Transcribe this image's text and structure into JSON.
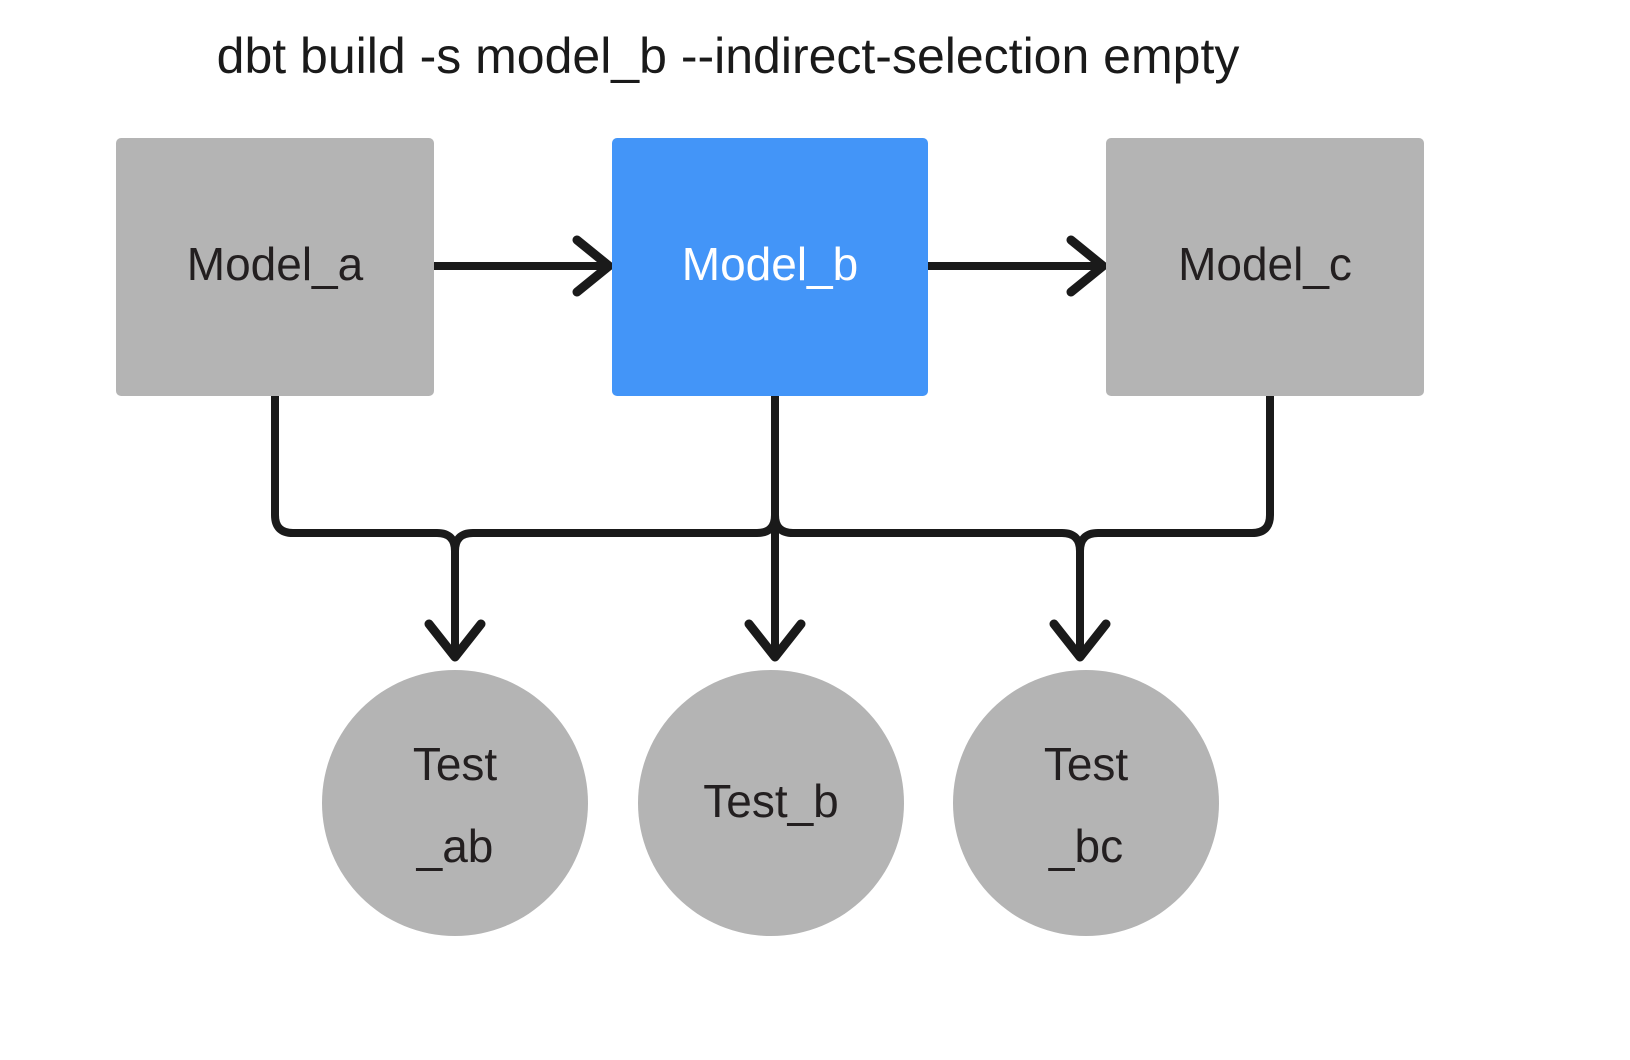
{
  "title": "dbt build -s model_b --indirect-selection empty",
  "colors": {
    "background": "#ffffff",
    "node_gray": "#b4b4b4",
    "node_selected_blue": "#4395f8",
    "edge_black": "#1a1a1a",
    "text_dark": "#231f20",
    "text_light": "#ffffff"
  },
  "nodes": {
    "models": [
      {
        "id": "model_a",
        "label": "Model_a",
        "shape": "rect",
        "state": "unselected"
      },
      {
        "id": "model_b",
        "label": "Model_b",
        "shape": "rect",
        "state": "selected"
      },
      {
        "id": "model_c",
        "label": "Model_c",
        "shape": "rect",
        "state": "unselected"
      }
    ],
    "tests": [
      {
        "id": "test_ab",
        "label": "Test_ab",
        "line1": "Test",
        "line2": "_ab",
        "shape": "circle",
        "state": "unselected"
      },
      {
        "id": "test_b",
        "label": "Test_b",
        "line1": "Test_b",
        "line2": "",
        "shape": "circle",
        "state": "unselected"
      },
      {
        "id": "test_bc",
        "label": "Test_bc",
        "line1": "Test",
        "line2": "_bc",
        "shape": "circle",
        "state": "unselected"
      }
    ]
  },
  "edges": [
    {
      "from": "model_a",
      "to": "model_b",
      "style": "arrow"
    },
    {
      "from": "model_b",
      "to": "model_c",
      "style": "arrow"
    },
    {
      "from": "model_a",
      "to": "test_ab",
      "style": "arrow"
    },
    {
      "from": "model_b",
      "to": "test_ab",
      "style": "arrow"
    },
    {
      "from": "model_b",
      "to": "test_b",
      "style": "arrow"
    },
    {
      "from": "model_b",
      "to": "test_bc",
      "style": "arrow"
    },
    {
      "from": "model_c",
      "to": "test_bc",
      "style": "arrow"
    }
  ]
}
